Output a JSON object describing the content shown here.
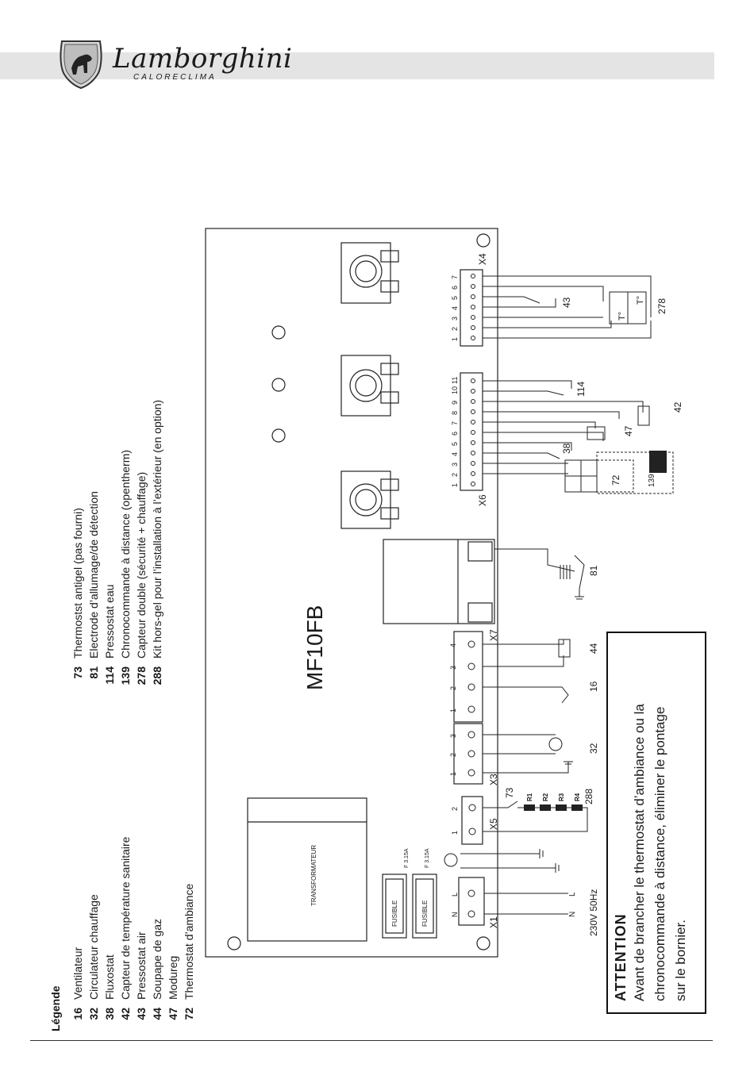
{
  "header": {
    "brand": "Lamborghini",
    "brand_sub": "CALORECLIMA"
  },
  "legend": {
    "title": "Légende",
    "col1": [
      {
        "num": "16",
        "text": "Ventilateur"
      },
      {
        "num": "32",
        "text": "Circulateur chauffage"
      },
      {
        "num": "38",
        "text": "Fluxostat"
      },
      {
        "num": "42",
        "text": "Capteur de température sanitaire"
      },
      {
        "num": "43",
        "text": "Pressostat air"
      },
      {
        "num": "44",
        "text": "Soupape de gaz"
      },
      {
        "num": "47",
        "text": "Modureg"
      },
      {
        "num": "72",
        "text": "Thermostat d’ambiance"
      }
    ],
    "col2": [
      {
        "num": "73",
        "text": "Thermostst antigel (pas fourni)"
      },
      {
        "num": "81",
        "text": "Electrode d’allumage/de détection"
      },
      {
        "num": "114",
        "text": "Pressostat eau"
      },
      {
        "num": "139",
        "text": "Chronocommande à distance (opentherm)"
      },
      {
        "num": "278",
        "text": "Capteur double (sécurité + chauffage)"
      },
      {
        "num": "288",
        "text": "Kit hors-gel pour l’installation à l’extérieur (en option)"
      }
    ]
  },
  "attention": {
    "title": "ATTENTION",
    "lines": [
      "Avant de brancher le thermostat d’ambiance ou la",
      "chronocommande à distance, éliminer le pontage",
      "sur le bornier."
    ]
  },
  "diagram": {
    "board_name": "MF10FB",
    "transformer": "TRANSFORMATEUR",
    "fuse_label": "FUSIBLE",
    "fuse_rating": "F 3.15A",
    "supply": "230V 50Hz",
    "line_n": "N",
    "line_l": "L",
    "connectors": {
      "x1": "X1",
      "x3": "X3",
      "x4": "X4",
      "x5": "X5",
      "x6": "X6",
      "x7": "X7"
    },
    "pins_x4": [
      "1",
      "2",
      "3",
      "4",
      "5",
      "6",
      "7"
    ],
    "pins_x6": [
      "1",
      "2",
      "3",
      "4",
      "5",
      "6",
      "7",
      "8",
      "9",
      "10",
      "11"
    ],
    "pins_x7": [
      "1",
      "2",
      "3",
      "4"
    ],
    "pins_x3": [
      "1",
      "2",
      "3"
    ],
    "pins_x5": [
      "1",
      "2"
    ],
    "pins_x1": [
      "N",
      "L"
    ],
    "resistors": [
      "R1",
      "R2",
      "R3",
      "R4"
    ],
    "temp_sensor": "T°",
    "components": {
      "c16": "16",
      "c32": "32",
      "c38": "38",
      "c42": "42",
      "c43": "43",
      "c44": "44",
      "c47": "47",
      "c72": "72",
      "c73": "73",
      "c81": "81",
      "c114": "114",
      "c139": "139",
      "c278": "278",
      "c288": "288"
    }
  }
}
